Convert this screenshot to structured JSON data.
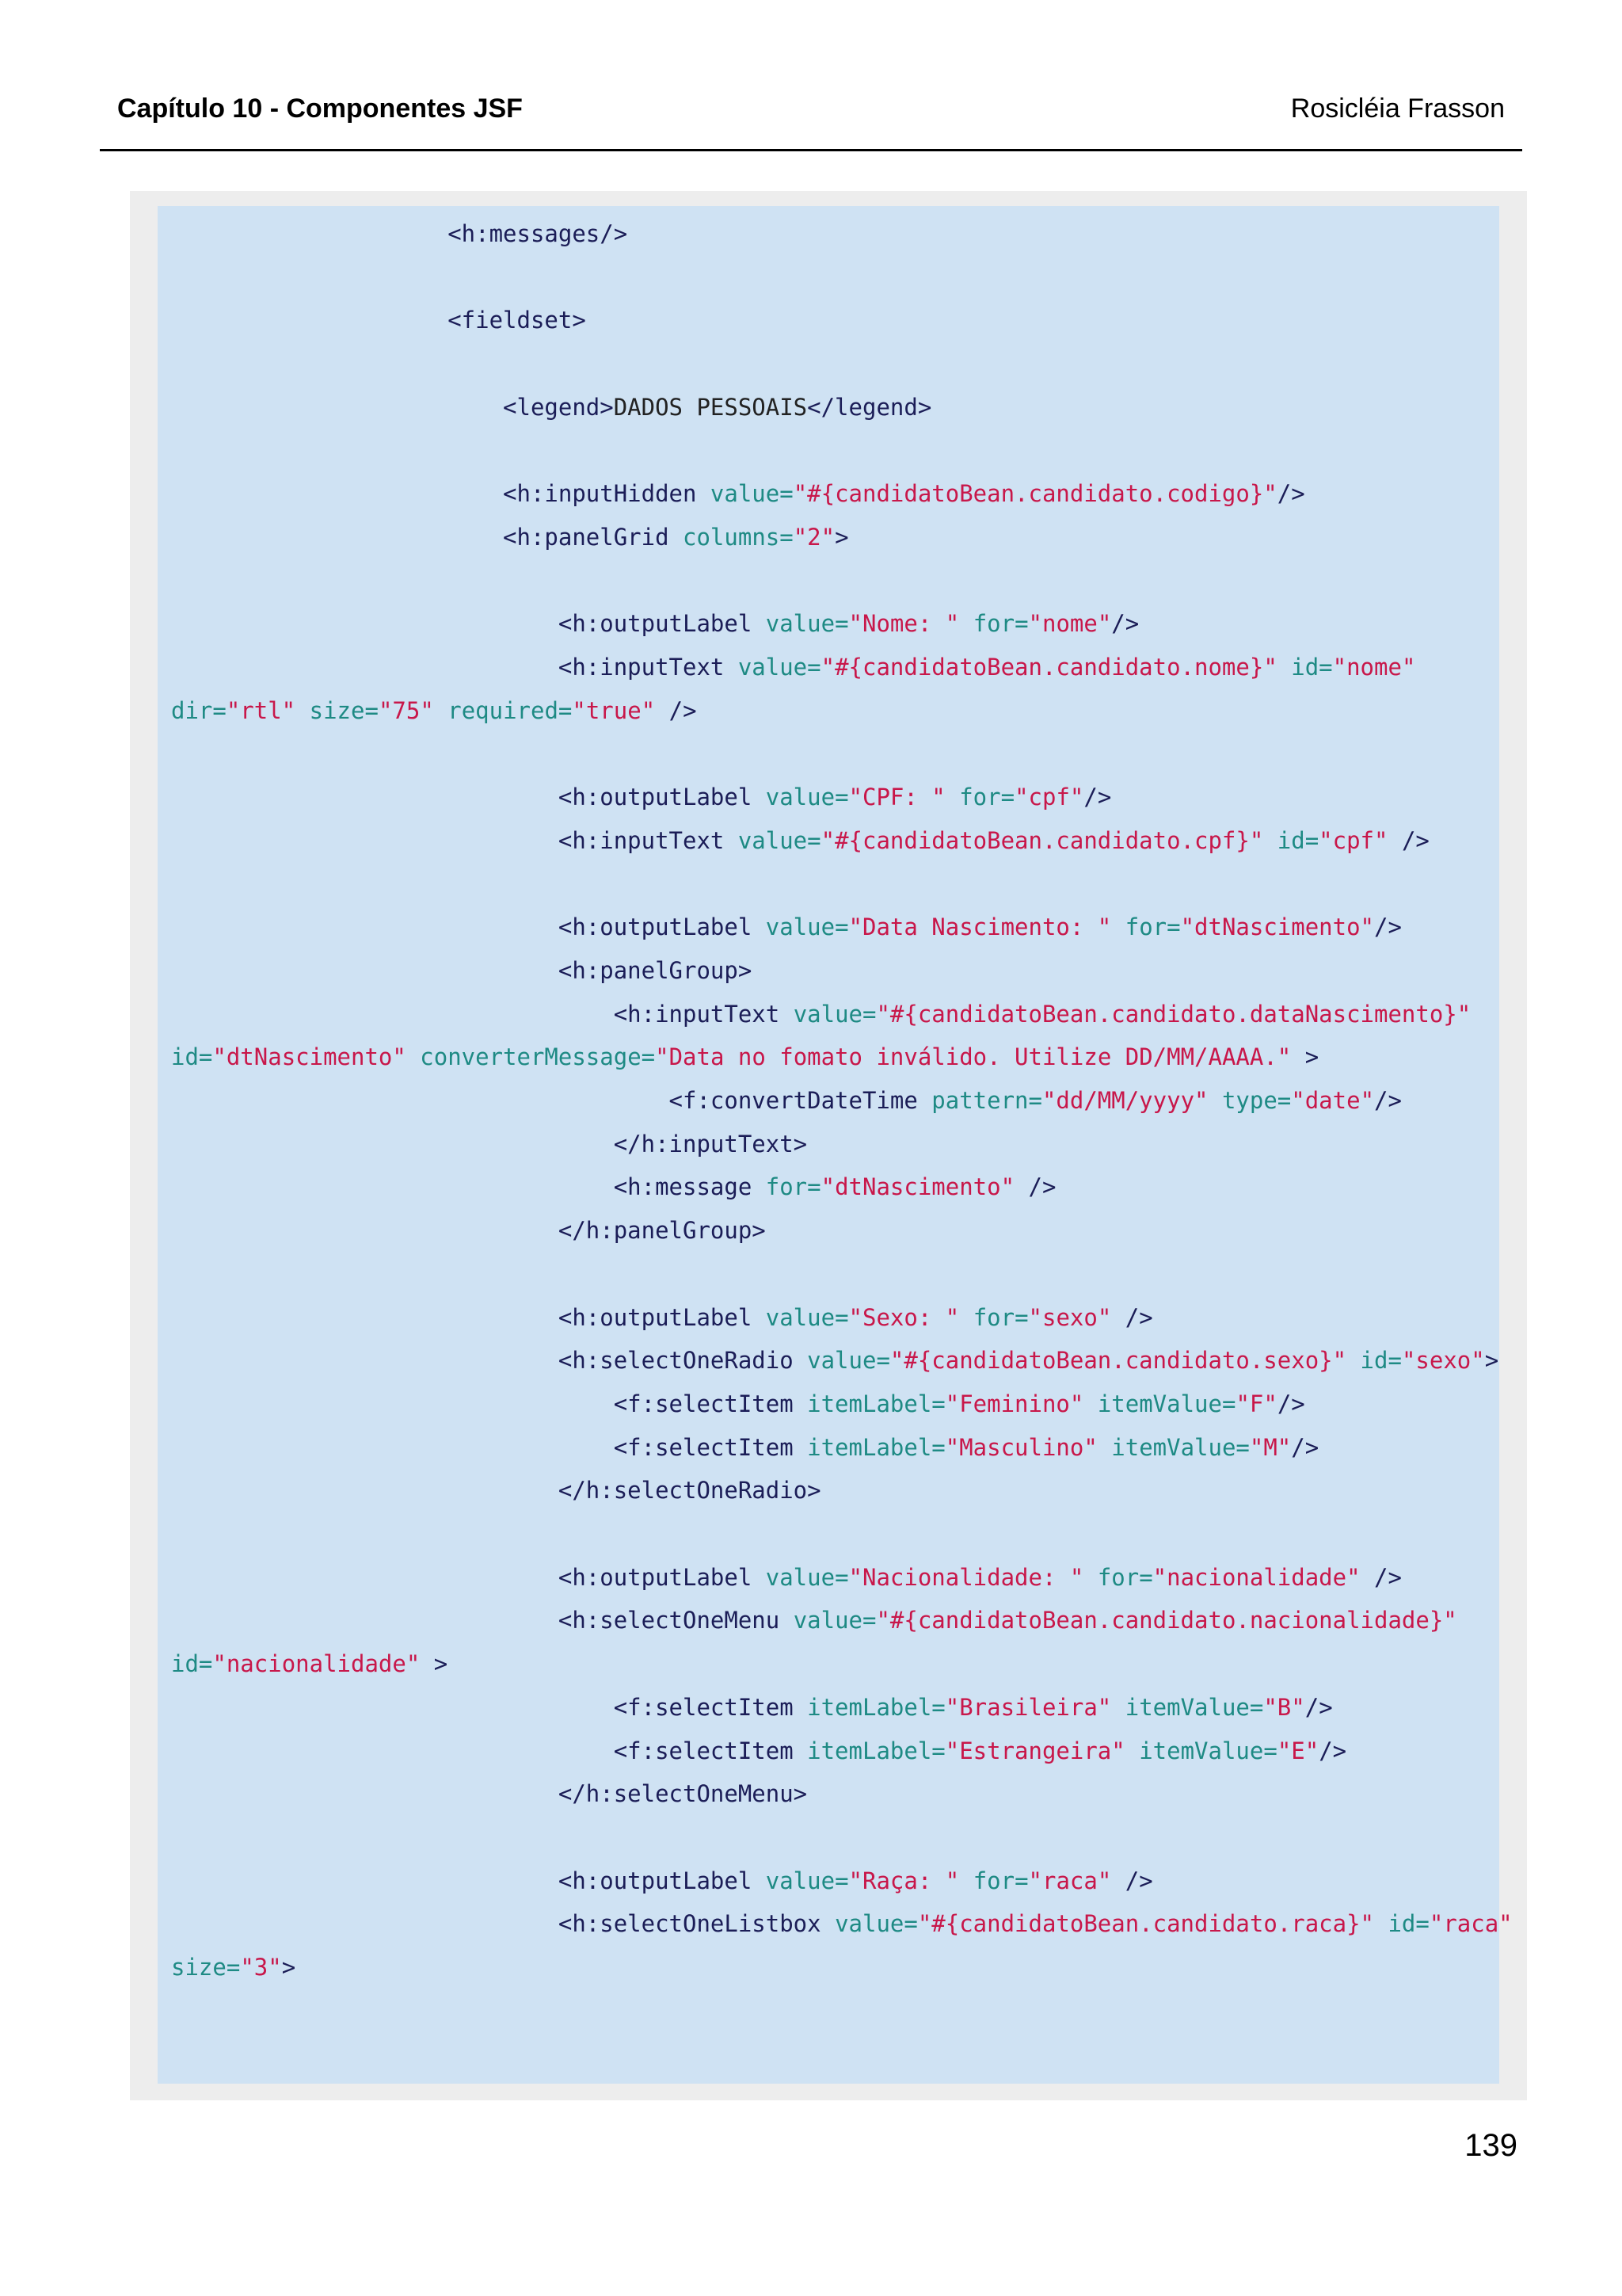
{
  "header": {
    "chapter": "Capítulo 10 - Componentes JSF",
    "author": "Rosicléia Frasson"
  },
  "code_lines": [
    [
      [
        "tg",
        "                    <h:messages/>"
      ]
    ],
    [],
    [
      [
        "tg",
        "                    <fieldset>"
      ]
    ],
    [],
    [
      [
        "tg",
        "                        <legend>"
      ],
      [
        "tx",
        "DADOS PESSOAIS"
      ],
      [
        "tg",
        "</legend>"
      ]
    ],
    [],
    [
      [
        "tg",
        "                        <h:inputHidden "
      ],
      [
        "at",
        "value="
      ],
      [
        "vl",
        "\"#{candidatoBean.candidato.codigo}\""
      ],
      [
        "tg",
        "/>"
      ]
    ],
    [
      [
        "tg",
        "                        <h:panelGrid "
      ],
      [
        "at",
        "columns="
      ],
      [
        "vl",
        "\"2\""
      ],
      [
        "tg",
        ">"
      ]
    ],
    [],
    [
      [
        "tg",
        "                            <h:outputLabel "
      ],
      [
        "at",
        "value="
      ],
      [
        "vl",
        "\"Nome: \""
      ],
      [
        "tg",
        " "
      ],
      [
        "at",
        "for="
      ],
      [
        "vl",
        "\"nome\""
      ],
      [
        "tg",
        "/>"
      ]
    ],
    [
      [
        "tg",
        "                            <h:inputText "
      ],
      [
        "at",
        "value="
      ],
      [
        "vl",
        "\"#{candidatoBean.candidato.nome}\""
      ],
      [
        "tg",
        " "
      ],
      [
        "at",
        "id="
      ],
      [
        "vl",
        "\"nome\""
      ]
    ],
    [
      [
        "at",
        "dir="
      ],
      [
        "vl",
        "\"rtl\""
      ],
      [
        "tg",
        " "
      ],
      [
        "at",
        "size="
      ],
      [
        "vl",
        "\"75\""
      ],
      [
        "tg",
        " "
      ],
      [
        "at",
        "required="
      ],
      [
        "vl",
        "\"true\""
      ],
      [
        "tg",
        " />"
      ]
    ],
    [],
    [
      [
        "tg",
        "                            <h:outputLabel "
      ],
      [
        "at",
        "value="
      ],
      [
        "vl",
        "\"CPF: \""
      ],
      [
        "tg",
        " "
      ],
      [
        "at",
        "for="
      ],
      [
        "vl",
        "\"cpf\""
      ],
      [
        "tg",
        "/>"
      ]
    ],
    [
      [
        "tg",
        "                            <h:inputText "
      ],
      [
        "at",
        "value="
      ],
      [
        "vl",
        "\"#{candidatoBean.candidato.cpf}\""
      ],
      [
        "tg",
        " "
      ],
      [
        "at",
        "id="
      ],
      [
        "vl",
        "\"cpf\""
      ],
      [
        "tg",
        " />"
      ]
    ],
    [],
    [
      [
        "tg",
        "                            <h:outputLabel "
      ],
      [
        "at",
        "value="
      ],
      [
        "vl",
        "\"Data Nascimento: \""
      ],
      [
        "tg",
        " "
      ],
      [
        "at",
        "for="
      ],
      [
        "vl",
        "\"dtNascimento\""
      ],
      [
        "tg",
        "/>"
      ]
    ],
    [
      [
        "tg",
        "                            <h:panelGroup>"
      ]
    ],
    [
      [
        "tg",
        "                                <h:inputText "
      ],
      [
        "at",
        "value="
      ],
      [
        "vl",
        "\"#{candidatoBean.candidato.dataNascimento}\""
      ]
    ],
    [
      [
        "at",
        "id="
      ],
      [
        "vl",
        "\"dtNascimento\""
      ],
      [
        "tg",
        " "
      ],
      [
        "at",
        "converterMessage="
      ],
      [
        "vl",
        "\"Data no fomato inválido. Utilize DD/MM/AAAA.\""
      ],
      [
        "tg",
        " >"
      ]
    ],
    [
      [
        "tg",
        "                                    <f:convertDateTime "
      ],
      [
        "at",
        "pattern="
      ],
      [
        "vl",
        "\"dd/MM/yyyy\""
      ],
      [
        "tg",
        " "
      ],
      [
        "at",
        "type="
      ],
      [
        "vl",
        "\"date\""
      ],
      [
        "tg",
        "/>"
      ]
    ],
    [
      [
        "tg",
        "                                </h:inputText>"
      ]
    ],
    [
      [
        "tg",
        "                                <h:message "
      ],
      [
        "at",
        "for="
      ],
      [
        "vl",
        "\"dtNascimento\""
      ],
      [
        "tg",
        " />"
      ]
    ],
    [
      [
        "tg",
        "                            </h:panelGroup>"
      ]
    ],
    [],
    [
      [
        "tg",
        "                            <h:outputLabel "
      ],
      [
        "at",
        "value="
      ],
      [
        "vl",
        "\"Sexo: \""
      ],
      [
        "tg",
        " "
      ],
      [
        "at",
        "for="
      ],
      [
        "vl",
        "\"sexo\""
      ],
      [
        "tg",
        " />"
      ]
    ],
    [
      [
        "tg",
        "                            <h:selectOneRadio "
      ],
      [
        "at",
        "value="
      ],
      [
        "vl",
        "\"#{candidatoBean.candidato.sexo}\""
      ],
      [
        "tg",
        " "
      ],
      [
        "at",
        "id="
      ],
      [
        "vl",
        "\"sexo\""
      ],
      [
        "tg",
        ">"
      ]
    ],
    [
      [
        "tg",
        "                                <f:selectItem "
      ],
      [
        "at",
        "itemLabel="
      ],
      [
        "vl",
        "\"Feminino\""
      ],
      [
        "tg",
        " "
      ],
      [
        "at",
        "itemValue="
      ],
      [
        "vl",
        "\"F\""
      ],
      [
        "tg",
        "/>"
      ]
    ],
    [
      [
        "tg",
        "                                <f:selectItem "
      ],
      [
        "at",
        "itemLabel="
      ],
      [
        "vl",
        "\"Masculino\""
      ],
      [
        "tg",
        " "
      ],
      [
        "at",
        "itemValue="
      ],
      [
        "vl",
        "\"M\""
      ],
      [
        "tg",
        "/>"
      ]
    ],
    [
      [
        "tg",
        "                            </h:selectOneRadio>"
      ]
    ],
    [],
    [
      [
        "tg",
        "                            <h:outputLabel "
      ],
      [
        "at",
        "value="
      ],
      [
        "vl",
        "\"Nacionalidade: \""
      ],
      [
        "tg",
        " "
      ],
      [
        "at",
        "for="
      ],
      [
        "vl",
        "\"nacionalidade\""
      ],
      [
        "tg",
        " />"
      ]
    ],
    [
      [
        "tg",
        "                            <h:selectOneMenu "
      ],
      [
        "at",
        "value="
      ],
      [
        "vl",
        "\"#{candidatoBean.candidato.nacionalidade}\""
      ]
    ],
    [
      [
        "at",
        "id="
      ],
      [
        "vl",
        "\"nacionalidade\""
      ],
      [
        "tg",
        " >"
      ]
    ],
    [
      [
        "tg",
        "                                <f:selectItem "
      ],
      [
        "at",
        "itemLabel="
      ],
      [
        "vl",
        "\"Brasileira\""
      ],
      [
        "tg",
        " "
      ],
      [
        "at",
        "itemValue="
      ],
      [
        "vl",
        "\"B\""
      ],
      [
        "tg",
        "/>"
      ]
    ],
    [
      [
        "tg",
        "                                <f:selectItem "
      ],
      [
        "at",
        "itemLabel="
      ],
      [
        "vl",
        "\"Estrangeira\""
      ],
      [
        "tg",
        " "
      ],
      [
        "at",
        "itemValue="
      ],
      [
        "vl",
        "\"E\""
      ],
      [
        "tg",
        "/>"
      ]
    ],
    [
      [
        "tg",
        "                            </h:selectOneMenu>"
      ]
    ],
    [],
    [
      [
        "tg",
        "                            <h:outputLabel "
      ],
      [
        "at",
        "value="
      ],
      [
        "vl",
        "\"Raça: \""
      ],
      [
        "tg",
        " "
      ],
      [
        "at",
        "for="
      ],
      [
        "vl",
        "\"raca\""
      ],
      [
        "tg",
        " />"
      ]
    ],
    [
      [
        "tg",
        "                            <h:selectOneListbox "
      ],
      [
        "at",
        "value="
      ],
      [
        "vl",
        "\"#{candidatoBean.candidato.raca}\""
      ],
      [
        "tg",
        " "
      ],
      [
        "at",
        "id="
      ],
      [
        "vl",
        "\"raca\""
      ]
    ],
    [
      [
        "at",
        "size="
      ],
      [
        "vl",
        "\"3\""
      ],
      [
        "tg",
        ">"
      ]
    ]
  ],
  "page_number": "139"
}
